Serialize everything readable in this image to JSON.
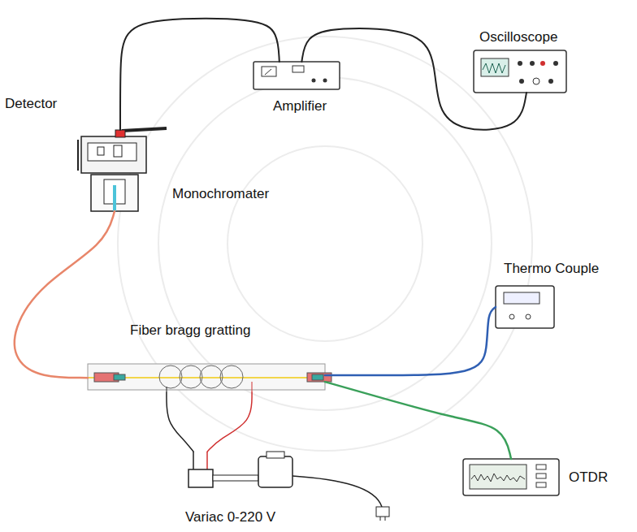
{
  "diagram": {
    "nodes": [
      {
        "text": [
          "Oscilloscope"
        ]
      },
      {
        "text": [
          "Detector"
        ]
      },
      {
        "text": [
          "Amplifier"
        ]
      },
      {
        "text": [
          "Monochromater"
        ]
      },
      {
        "text": [
          "Thermo Couple"
        ]
      },
      {
        "text": [
          "Fiber bragg gratting"
        ]
      },
      {
        "text": [
          "OTDR"
        ]
      },
      {
        "text": [
          "Variac 0-220 V"
        ]
      }
    ],
    "edges": [
      {
        "from": 1,
        "to": 2,
        "arrow": "none"
      },
      {
        "from": 2,
        "to": 0,
        "arrow": "none"
      },
      {
        "from": 3,
        "to": 5,
        "arrow": "none"
      },
      {
        "from": 5,
        "to": 4,
        "arrow": "none"
      },
      {
        "from": 5,
        "to": 6,
        "arrow": "none"
      },
      {
        "from": 5,
        "to": 7,
        "arrow": "none"
      },
      {
        "from": 5,
        "to": 7,
        "arrow": "none"
      }
    ]
  }
}
